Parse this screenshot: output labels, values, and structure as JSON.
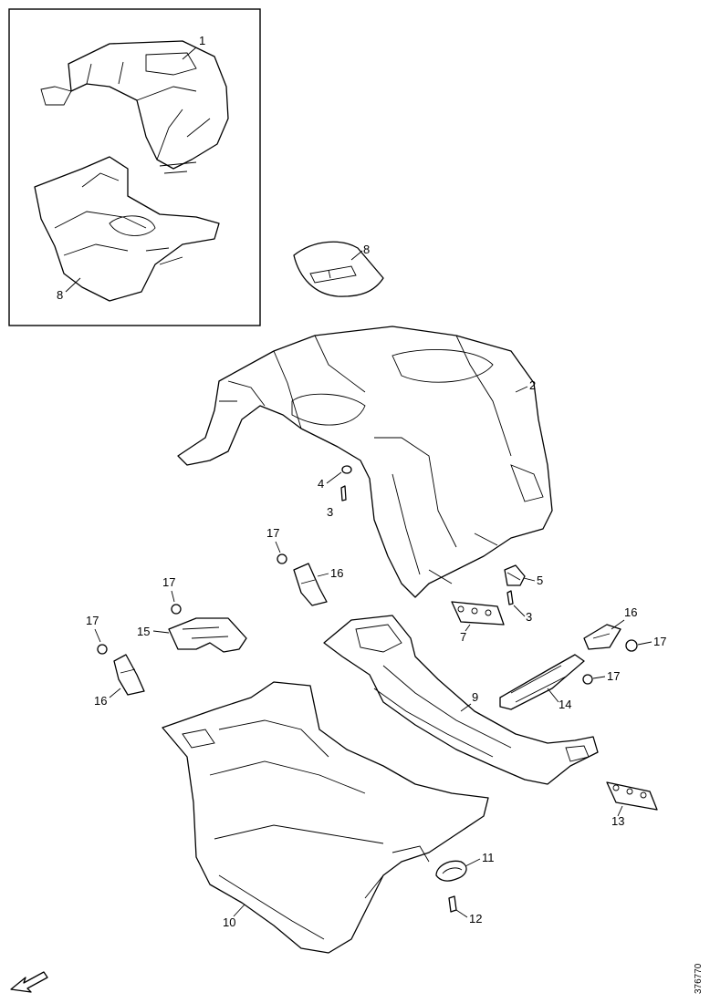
{
  "diagram": {
    "callouts": [
      {
        "id": "c1",
        "label": "1"
      },
      {
        "id": "c8-inset",
        "label": "8"
      },
      {
        "id": "c8",
        "label": "8"
      },
      {
        "id": "c2",
        "label": "2"
      },
      {
        "id": "c4",
        "label": "4"
      },
      {
        "id": "c3a",
        "label": "3"
      },
      {
        "id": "c5",
        "label": "5"
      },
      {
        "id": "c3b",
        "label": "3"
      },
      {
        "id": "c7",
        "label": "7"
      },
      {
        "id": "c17a",
        "label": "17"
      },
      {
        "id": "c16a",
        "label": "16"
      },
      {
        "id": "c17b",
        "label": "17"
      },
      {
        "id": "c15",
        "label": "15"
      },
      {
        "id": "c17c",
        "label": "17"
      },
      {
        "id": "c16b",
        "label": "16"
      },
      {
        "id": "c16c",
        "label": "16"
      },
      {
        "id": "c17d",
        "label": "17"
      },
      {
        "id": "c17e",
        "label": "17"
      },
      {
        "id": "c14",
        "label": "14"
      },
      {
        "id": "c9",
        "label": "9"
      },
      {
        "id": "c13",
        "label": "13"
      },
      {
        "id": "c11",
        "label": "11"
      },
      {
        "id": "c12",
        "label": "12"
      },
      {
        "id": "c10",
        "label": "10"
      }
    ],
    "reference_number": "376770"
  }
}
